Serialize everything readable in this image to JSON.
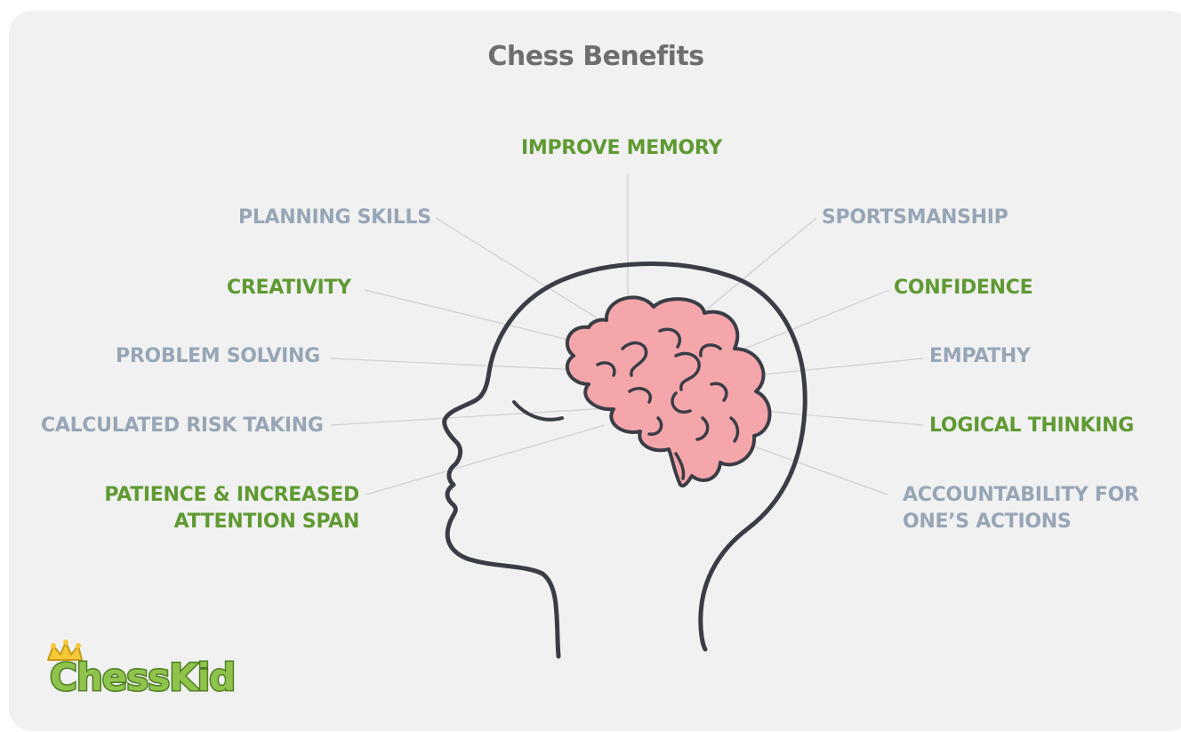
{
  "title": "Chess Benefits",
  "colors": {
    "highlight": "#5f9a32",
    "muted": "#97a6b6",
    "title": "#6e6e70",
    "brain": "#f4a6ab",
    "outline": "#3a3d45",
    "background": "#f1f1f1"
  },
  "benefits": {
    "improve_memory": "IMPROVE MEMORY",
    "planning_skills": "PLANNING SKILLS",
    "sportsmanship": "SPORTSMANSHIP",
    "creativity": "CREATIVITY",
    "confidence": "CONFIDENCE",
    "problem_solving": "PROBLEM SOLVING",
    "empathy": "EMPATHY",
    "calculated_risk_taking": "CALCULATED RISK TAKING",
    "logical_thinking": "LOGICAL THINKING",
    "patience_line1": "PATIENCE & INCREASED",
    "patience_line2": "ATTENTION SPAN",
    "accountability_line1": "ACCOUNTABILITY FOR",
    "accountability_line2": "ONE’S ACTIONS"
  },
  "logo": {
    "text": "ChessKid",
    "icon": "crown-icon"
  }
}
